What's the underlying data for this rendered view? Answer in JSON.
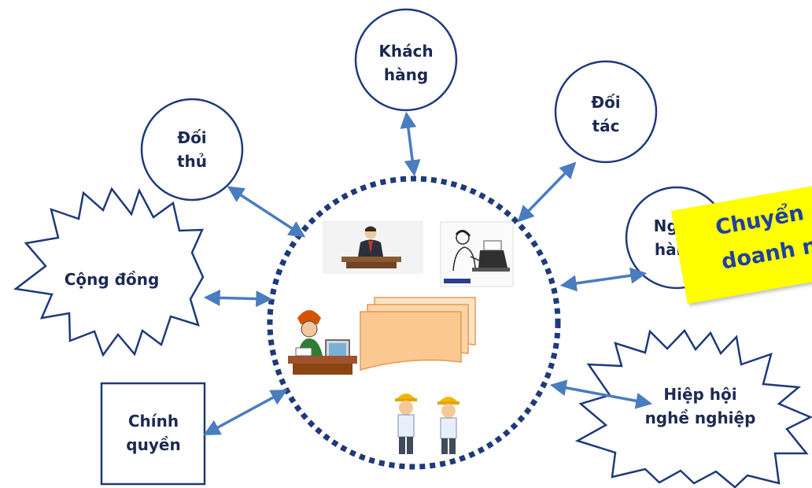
{
  "diagram": {
    "nodes": {
      "khach_hang": {
        "line1": "Khách",
        "line2": "hàng"
      },
      "doi_tac": {
        "line1": "Đối",
        "line2": "tác"
      },
      "doi_thu": {
        "line1": "Đối",
        "line2": "thủ"
      },
      "ngan_hang": {
        "line1": "Ngân",
        "line2": "hàng"
      },
      "cong_dong": {
        "label": "Cộng đồng"
      },
      "chinh_quyen": {
        "line1": "Chính",
        "line2": "quyền"
      },
      "hiep_hoi": {
        "line1": "Hiệp hội",
        "line2": "nghề nghiệp"
      }
    },
    "banner": {
      "line1": "Chuyển đổi",
      "line2": "doanh nghiệp"
    },
    "colors": {
      "node_stroke": "#1f3a7a",
      "arrow": "#4a7cc0",
      "text": "#1c2a52",
      "banner_bg": "#ffff00",
      "banner_text": "#2040a0",
      "document_fill": "#fbc891"
    },
    "icons": [
      "businessman-at-desk-icon",
      "typist-icon",
      "stressed-worker-icon",
      "documents-icon",
      "construction-workers-icon"
    ]
  }
}
